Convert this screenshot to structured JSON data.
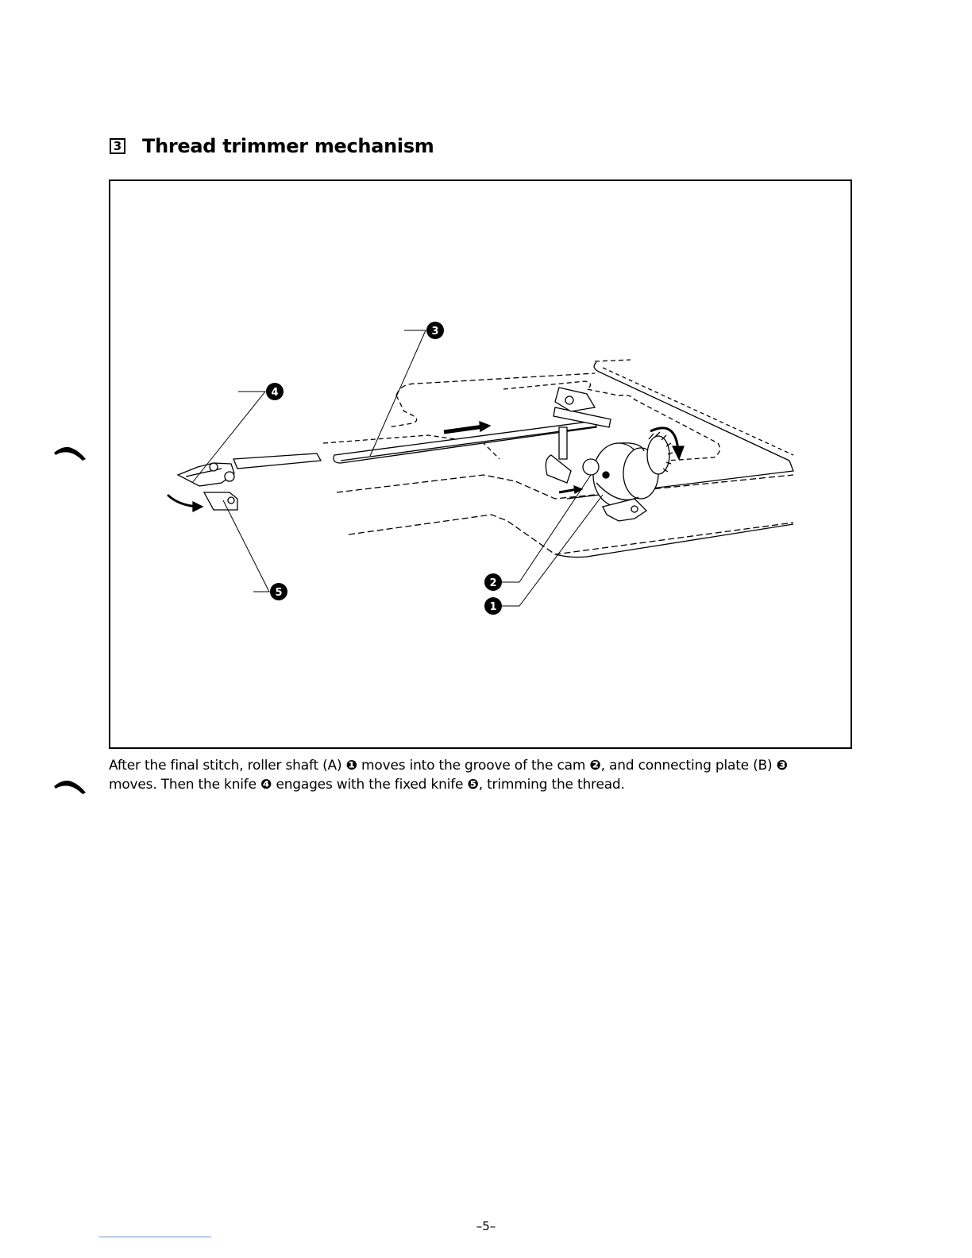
{
  "section": {
    "number": "3",
    "title": "Thread trimmer mechanism"
  },
  "figure": {
    "callouts": [
      {
        "id": "c1",
        "label": "1"
      },
      {
        "id": "c2",
        "label": "2"
      },
      {
        "id": "c3",
        "label": "3"
      },
      {
        "id": "c4",
        "label": "4"
      },
      {
        "id": "c5",
        "label": "5"
      }
    ]
  },
  "caption": {
    "line1_a": "After the final stitch, roller shaft (A) ",
    "ref1": "❶",
    "line1_b": " moves into the groove of the cam ",
    "ref2": "❷",
    "line1_c": ", and connecting plate (B) ",
    "ref3": "❸",
    "line2_a": "moves. Then the knife ",
    "ref4": "❹",
    "line2_b": " engages with the fixed knife ",
    "ref5": "❺",
    "line2_c": ", trimming the thread."
  },
  "footer": {
    "page_number": "–5–"
  },
  "colors": {
    "ink": "#000000",
    "background": "#ffffff"
  }
}
